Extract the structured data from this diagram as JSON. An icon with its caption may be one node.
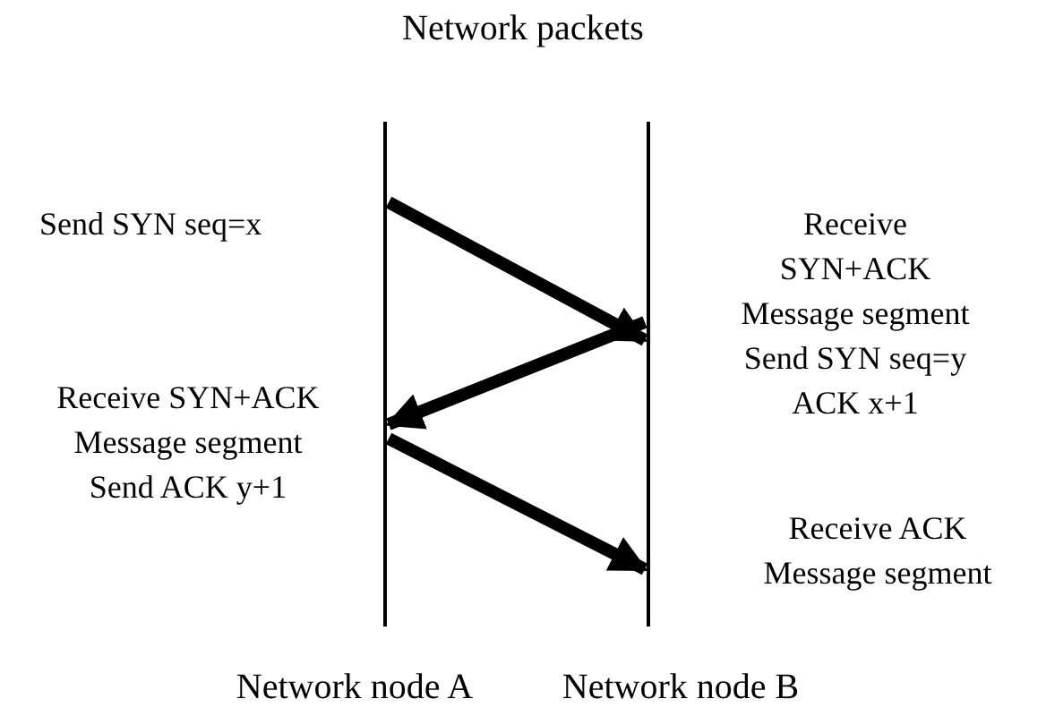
{
  "diagram": {
    "title": "Network packets",
    "nodes": [
      {
        "text": [
          "Network node A"
        ]
      },
      {
        "text": [
          "Network node B"
        ]
      }
    ],
    "edges": [
      {
        "from": 0,
        "to": 1,
        "arrow": "to"
      },
      {
        "from": 1,
        "to": 0,
        "arrow": "to"
      },
      {
        "from": 0,
        "to": 1,
        "arrow": "to"
      }
    ],
    "labels": [
      "Send SYN seq=x",
      "Receive SYN+ACK Message segment Send SYN seq=y ACK x+1",
      "Receive SYN+ACK Message segment Send ACK y+1",
      "Receive ACK Message segment"
    ]
  }
}
